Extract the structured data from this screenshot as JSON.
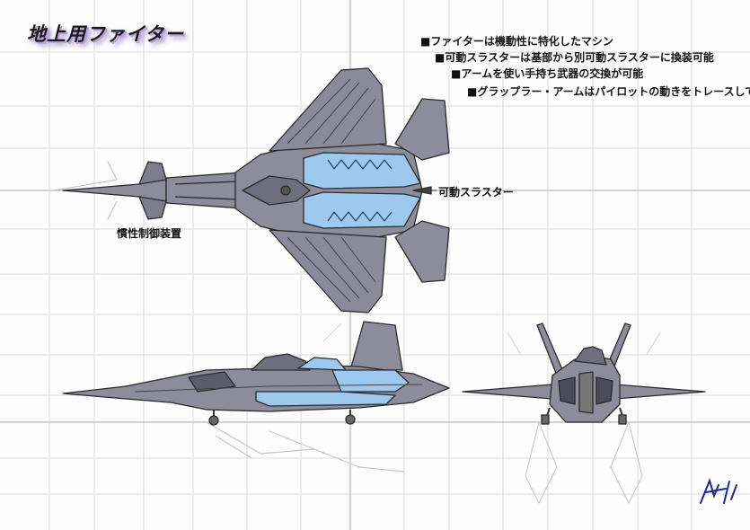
{
  "title": "地上用ファイター",
  "notes": [
    "■ファイターは機動性に特化したマシン",
    "■可動スラスターは基部から別可動スラスターに換装可能",
    "■アームを使い手持ち武器の交換が可能",
    "■グラップラー・アームはパイロットの動きをトレースして動かす"
  ],
  "labels": {
    "thruster": "可動スラスター",
    "inertia": "慣性制御装置"
  },
  "colors": {
    "hull": "#8c8c9a",
    "hull_dark": "#5c5c6a",
    "canopy": "#9ec9ef",
    "line": "#2a2a2a",
    "grid": "#d6d6d6",
    "signature": "#1d2a8a"
  }
}
